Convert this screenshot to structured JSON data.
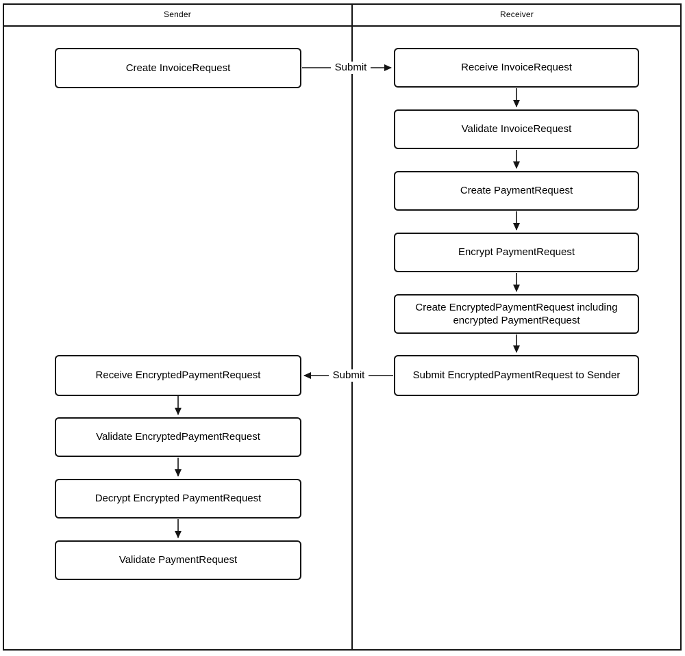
{
  "lanes": {
    "sender": "Sender",
    "receiver": "Receiver"
  },
  "sender_nodes": [
    {
      "label": "Create InvoiceRequest"
    },
    {
      "label": "Receive EncryptedPaymentRequest"
    },
    {
      "label": "Validate EncryptedPaymentRequest"
    },
    {
      "label": "Decrypt Encrypted PaymentRequest"
    },
    {
      "label": "Validate PaymentRequest"
    }
  ],
  "receiver_nodes": [
    {
      "label": "Receive InvoiceRequest"
    },
    {
      "label": "Validate InvoiceRequest"
    },
    {
      "label": "Create PaymentRequest"
    },
    {
      "label": "Encrypt PaymentRequest"
    },
    {
      "label": "Create EncryptedPaymentRequest including encrypted PaymentRequest"
    },
    {
      "label": "Submit EncryptedPaymentRequest to Sender"
    }
  ],
  "edge_labels": {
    "submit_invoice": "Submit",
    "submit_encrypted": "Submit"
  },
  "colors": {
    "line": "#141414",
    "background": "#ffffff"
  }
}
